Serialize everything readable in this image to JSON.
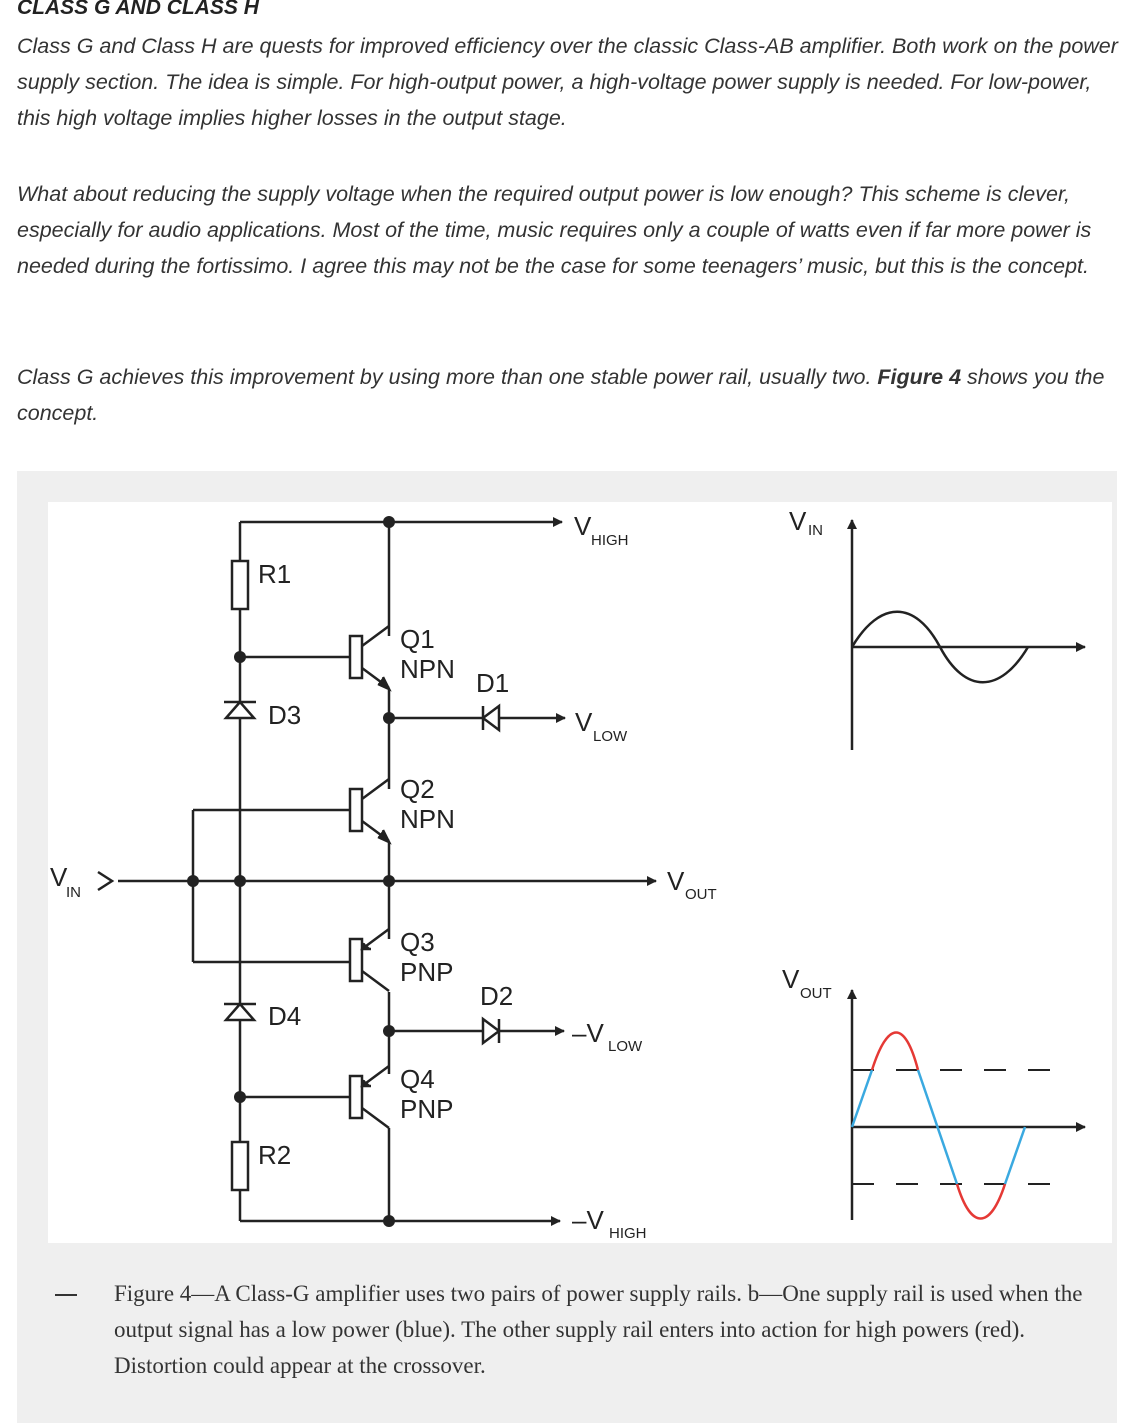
{
  "article": {
    "heading": "CLASS G AND CLASS H",
    "paragraphs": [
      "Class G and Class H are quests for improved efficiency over the classic Class-AB amplifier. Both work on the power supply section. The idea is simple. For high-output power, a high-voltage power supply is needed. For low-power, this high voltage implies higher losses in the output stage.",
      "What about reducing the supply voltage when the required output power is low enough? This scheme is clever, especially for audio applications. Most of the time, music requires only a couple of watts even if far more power is needed during the fortissimo. I agree this may not be the case for some teenagers’ music, but this is the concept."
    ],
    "p3_before": "Class G achieves this improvement by using more than one stable power rail, usually two. ",
    "p3_bold": "Figure 4",
    "p3_after": " shows you the concept."
  },
  "figure": {
    "labels": {
      "r1": "R1",
      "r2": "R2",
      "d3": "D3",
      "d4": "D4",
      "d1": "D1",
      "d2": "D2",
      "q1": "Q1",
      "q1_type": "NPN",
      "q2": "Q2",
      "q2_type": "NPN",
      "q3": "Q3",
      "q3_type": "PNP",
      "q4": "Q4",
      "q4_type": "PNP",
      "v": "V",
      "minus_v": "–V",
      "sub_in": "IN",
      "sub_high": "HIGH",
      "sub_low": "LOW",
      "sub_out": "OUT"
    },
    "colors": {
      "low_power": "#3aa9e0",
      "high_power": "#e53935",
      "line": "#222222"
    },
    "caption": "Figure 4—A Class-G amplifier uses two pairs of power supply rails. b—One supply rail is used when the output signal has a low power (blue). The other supply rail enters into action for high powers (red). Distortion could appear at the crossover."
  }
}
